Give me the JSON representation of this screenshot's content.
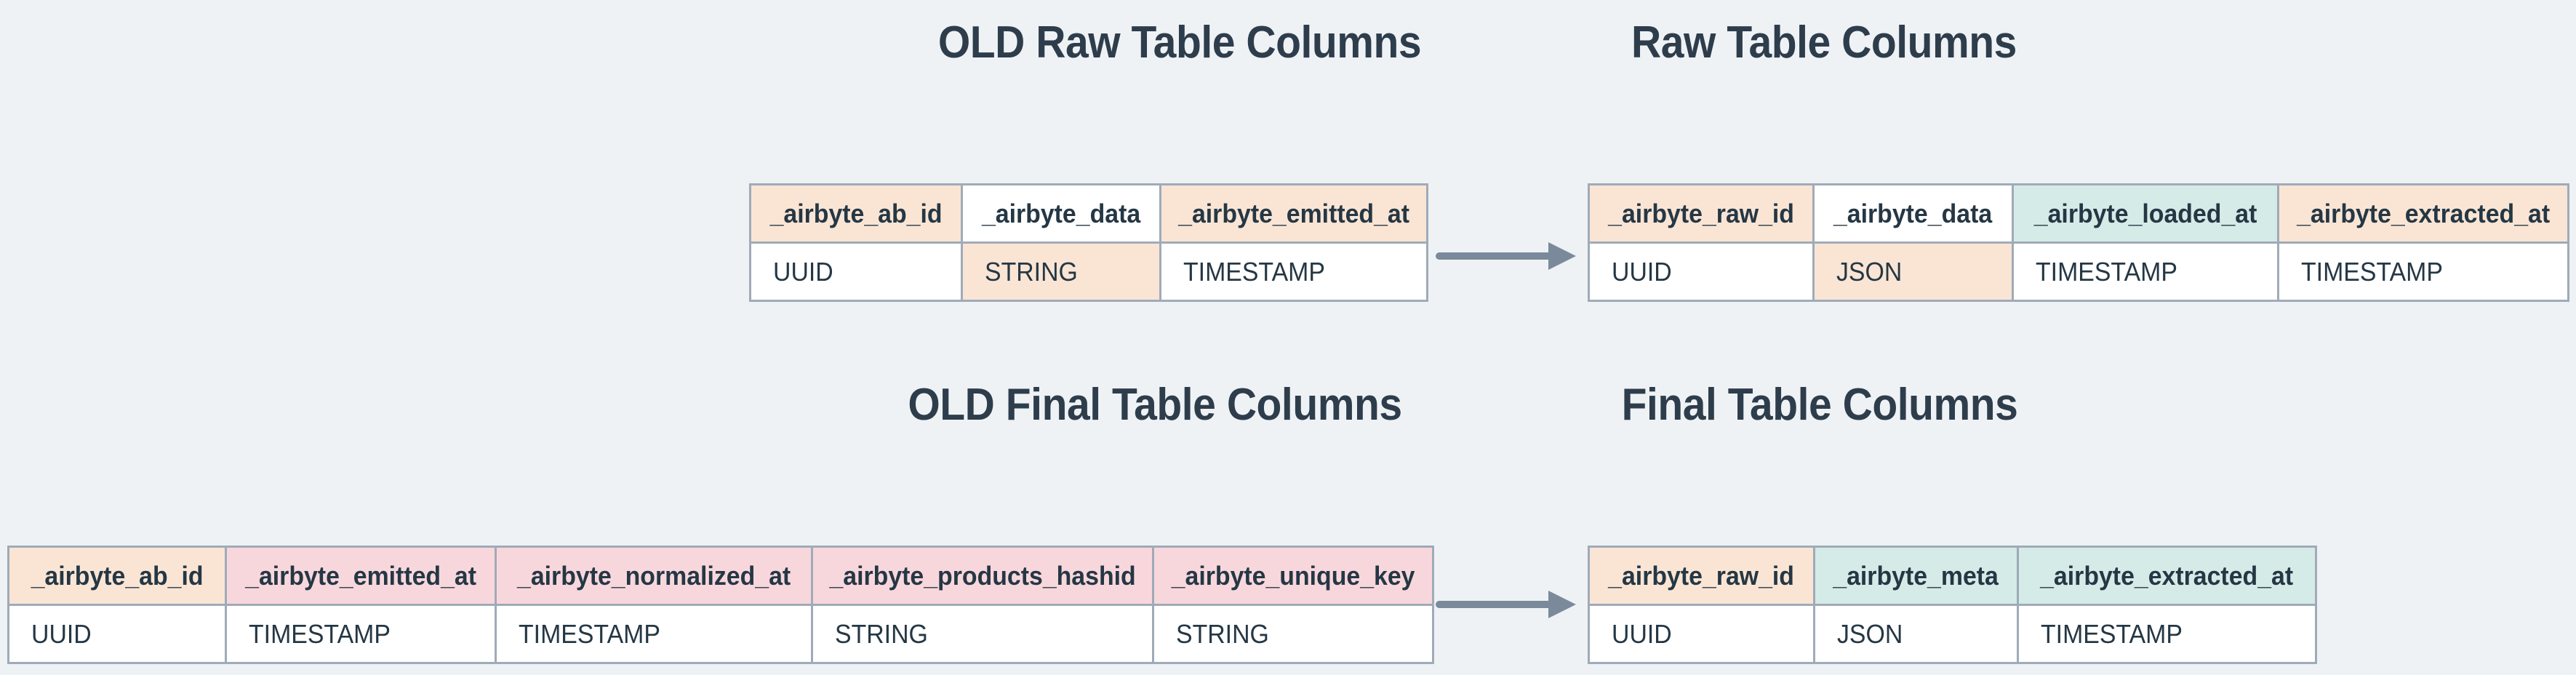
{
  "colors": {
    "page_bg": "#eff2f5",
    "border": "#9fabb8",
    "arrow": "#7b8a9b",
    "title_ink": "#2e3d4c",
    "cell_ink": "#253744",
    "peach": "#fae5d5",
    "pink": "#f8d7dc",
    "teal": "#d5ebe7",
    "white": "#ffffff"
  },
  "diagrams": {
    "raw": {
      "old": {
        "title": "OLD Raw Table Columns",
        "columns": [
          {
            "name": "_airbyte_ab_id",
            "type": "UUID",
            "name_hl": "peach",
            "type_hl": "white"
          },
          {
            "name": "_airbyte_data",
            "type": "STRING",
            "name_hl": "white",
            "type_hl": "peach"
          },
          {
            "name": "_airbyte_emitted_at",
            "type": "TIMESTAMP",
            "name_hl": "peach",
            "type_hl": "white"
          }
        ]
      },
      "new": {
        "title": "Raw Table Columns",
        "columns": [
          {
            "name": "_airbyte_raw_id",
            "type": "UUID",
            "name_hl": "peach",
            "type_hl": "white"
          },
          {
            "name": "_airbyte_data",
            "type": "JSON",
            "name_hl": "white",
            "type_hl": "peach"
          },
          {
            "name": "_airbyte_loaded_at",
            "type": "TIMESTAMP",
            "name_hl": "teal",
            "type_hl": "white"
          },
          {
            "name": "_airbyte_extracted_at",
            "type": "TIMESTAMP",
            "name_hl": "peach",
            "type_hl": "white"
          }
        ]
      }
    },
    "final": {
      "old": {
        "title": "OLD Final Table Columns",
        "columns": [
          {
            "name": "_airbyte_ab_id",
            "type": "UUID",
            "name_hl": "peach",
            "type_hl": "white"
          },
          {
            "name": "_airbyte_emitted_at",
            "type": "TIMESTAMP",
            "name_hl": "pink",
            "type_hl": "white"
          },
          {
            "name": "_airbyte_normalized_at",
            "type": "TIMESTAMP",
            "name_hl": "pink",
            "type_hl": "white"
          },
          {
            "name": "_airbyte_products_hashid",
            "type": "STRING",
            "name_hl": "pink",
            "type_hl": "white"
          },
          {
            "name": "_airbyte_unique_key",
            "type": "STRING",
            "name_hl": "pink",
            "type_hl": "white"
          }
        ]
      },
      "new": {
        "title": "Final Table Columns",
        "columns": [
          {
            "name": "_airbyte_raw_id",
            "type": "UUID",
            "name_hl": "peach",
            "type_hl": "white"
          },
          {
            "name": "_airbyte_meta",
            "type": "JSON",
            "name_hl": "teal",
            "type_hl": "white"
          },
          {
            "name": "_airbyte_extracted_at",
            "type": "TIMESTAMP",
            "name_hl": "teal",
            "type_hl": "white"
          }
        ]
      }
    }
  }
}
